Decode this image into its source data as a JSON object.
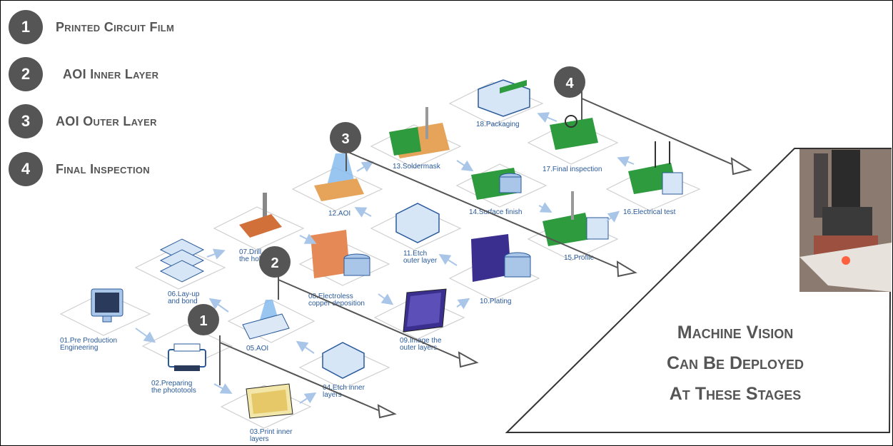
{
  "legend": [
    {
      "number": "1",
      "label": "Printed Circuit Film"
    },
    {
      "number": "2",
      "label": "AOI Inner Layer"
    },
    {
      "number": "3",
      "label": "AOI Outer Layer"
    },
    {
      "number": "4",
      "label": "Final Inspection"
    }
  ],
  "stages": [
    {
      "id": "01",
      "label": "01.Pre Production Engineering",
      "lines": [
        "01.Pre Production",
        "Engineering"
      ]
    },
    {
      "id": "02",
      "label": "02.Preparing the phototools",
      "lines": [
        "02.Preparing",
        "the phototools"
      ]
    },
    {
      "id": "03",
      "label": "03.Print inner layers",
      "lines": [
        "03.Print inner",
        "layers"
      ]
    },
    {
      "id": "04",
      "label": "04.Etch inner layers",
      "lines": [
        "04.Etch inner",
        "layers"
      ]
    },
    {
      "id": "05",
      "label": "05.AOI",
      "lines": [
        "05.AOI"
      ]
    },
    {
      "id": "06",
      "label": "06.Lay-up and bond",
      "lines": [
        "06.Lay-up",
        "and bond"
      ]
    },
    {
      "id": "07",
      "label": "07.Drill the holes",
      "lines": [
        "07.Drill",
        "the holes"
      ]
    },
    {
      "id": "08",
      "label": "08.Electroless copper deposition",
      "lines": [
        "08.Electroless",
        "copper deposition"
      ]
    },
    {
      "id": "09",
      "label": "09.Image the outer layers",
      "lines": [
        "09.Image the",
        "outer layers"
      ]
    },
    {
      "id": "10",
      "label": "10.Plating",
      "lines": [
        "10.Plating"
      ]
    },
    {
      "id": "11",
      "label": "11.Etch outer layer",
      "lines": [
        "11.Etch",
        "outer layer"
      ]
    },
    {
      "id": "12",
      "label": "12.AOI",
      "lines": [
        "12.AOI"
      ]
    },
    {
      "id": "13",
      "label": "13.Soldermask",
      "lines": [
        "13.Soldermask"
      ]
    },
    {
      "id": "14",
      "label": "14.Surface finish",
      "lines": [
        "14.Surface finish"
      ]
    },
    {
      "id": "15",
      "label": "15.Profile",
      "lines": [
        "15.Profile"
      ]
    },
    {
      "id": "16",
      "label": "16.Electrical test",
      "lines": [
        "16.Electrical test"
      ]
    },
    {
      "id": "17",
      "label": "17.Final inspection",
      "lines": [
        "17.Final inspection"
      ]
    },
    {
      "id": "18",
      "label": "18.Packaging",
      "lines": [
        "18.Packaging"
      ]
    }
  ],
  "markers": [
    "1",
    "2",
    "3",
    "4"
  ],
  "machine_text": [
    "Machine Vision",
    "Can Be Deployed",
    "At These Stages"
  ],
  "colors": {
    "badge": "#555555",
    "legend_text": "#555555",
    "stage_text": "#2a5a9a",
    "flow_arrow": "#a9c6e8",
    "pcb_green": "#2e9b3f",
    "pcb_orange": "#d9823a",
    "pcb_purple": "#3a2f8f"
  }
}
